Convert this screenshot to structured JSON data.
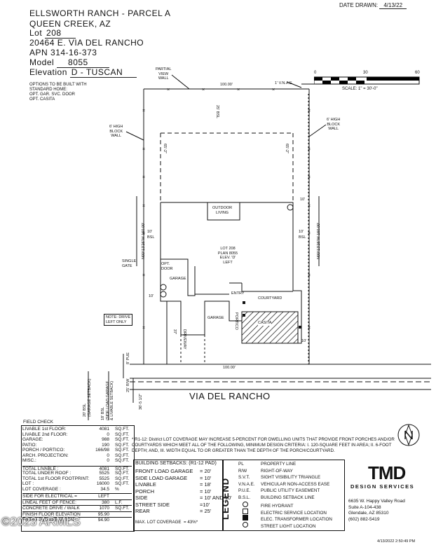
{
  "header": {
    "date_label": "DATE DRAWN:",
    "date_value": "4/13/22",
    "project": "ELLSWORTH RANCH - PARCEL A",
    "city": "QUEEN CREEK, AZ",
    "lot_label": "Lot",
    "lot_value": "208",
    "address": "20464 E. VIA DEL RANCHO",
    "apn_label": "APN",
    "apn_value": "314-16-373",
    "model_label": "Model",
    "model_value": "8055",
    "elevation_label": "Elevation",
    "elevation_value": "D - TUSCAN",
    "options_line1": "OPTIONS TO BE BUILT WITH",
    "options_line2": "STANDARD HOME:",
    "options_line3": "OPT. GAR. SVC. DOOR",
    "options_line4": "OPT. CASITA"
  },
  "scale": {
    "t0": "0",
    "t30": "30",
    "t60": "60",
    "label": "SCALE:  1\" = 30'-0\""
  },
  "plan": {
    "partial_wall": [
      "PARTIAL",
      "VIEW",
      "WALL"
    ],
    "vnae": "1' V.N.A.E.",
    "top_dim": "100.00'",
    "bsl_25": "25' BSL",
    "dim_65_left": "65'-2\"",
    "dim_65_right": "65'-2\"",
    "block_wall_left": [
      "6' HIGH",
      "BLOCK",
      "WALL"
    ],
    "block_wall_right": [
      "6' HIGH",
      "BLOCK",
      "WALL"
    ],
    "left_bearing": "N00°13'26\"W  160.00'",
    "right_bearing": "N00°13'26\"W  160.00'",
    "outdoor_living": [
      "OUTDOOR",
      "LIVING"
    ],
    "lot_info": [
      "LOT 208",
      "PLAN 8055",
      "ELEV. 'D'",
      "LEFT"
    ],
    "ten_l1": "10'",
    "bsl_l": "BSL",
    "ten_r1": "10'",
    "bsl_r": "BSL",
    "ten_r2": "10'",
    "ten_top_r": "10'",
    "single_gate": [
      "SINGLE",
      "GATE"
    ],
    "opt_door": [
      "OPT.",
      "DOOR"
    ],
    "garage1": "GARAGE",
    "garage2": "GARAGE",
    "entry": "ENTRY",
    "courtyard": "COURTYARD",
    "casita": "CASITA",
    "portico": "PORTICO",
    "ten_left_low": "10'",
    "ten_right_low": "10'",
    "note": [
      "NOTE: DRIVE",
      "LEFT ONLY"
    ],
    "driveway": "DRIVEWAY",
    "drive_dim": "37'",
    "bottom_dim": "100.00'",
    "pue": "8' PUE",
    "rw": "25' R/W",
    "road_dim": "36'-5 1/2\"",
    "street": "VIA DEL RANCHO",
    "left_vertical": [
      "20' BSL",
      "(GARAGE SETBACK)"
    ],
    "left_vertical2": [
      "18' BSL",
      "(SIDE LOAD GARAGE",
      "& LIVABLE SETBACK)"
    ]
  },
  "field_check": "FIELD CHECK",
  "areas": [
    {
      "label": "LIVABLE 1st FLOOR:",
      "value": "4081",
      "unit": "SQ.FT."
    },
    {
      "label": "LIVABLE 2nd FLOOR:",
      "value": "0",
      "unit": "SQ.FT."
    },
    {
      "label": "GARAGE:",
      "value": "988",
      "unit": "SQ.FT."
    },
    {
      "label": "PATIO:",
      "value": "190",
      "unit": "SQ.FT."
    },
    {
      "label": "PORCH / PORTICO:",
      "value": "166/98",
      "unit": "SQ.FT."
    },
    {
      "label": "ARCH. PROJECTION:",
      "value": "0",
      "unit": "SQ.FT."
    },
    {
      "label": "MISC.:",
      "value": "0",
      "unit": "SQ.FT."
    }
  ],
  "totals": [
    {
      "label": "TOTAL LIVABLE :",
      "value": "4081",
      "unit": "SQ.FT."
    },
    {
      "label": "TOTAL UNDER ROOF :",
      "value": "5525",
      "unit": "SQ.FT."
    },
    {
      "label": "TOTAL 1st FLOOR FOOTPRINT:",
      "value": "5525",
      "unit": "SQ.FT."
    },
    {
      "label": "LOT :",
      "value": "16000",
      "unit": "SQ.FT."
    },
    {
      "label": "LOT COVERAGE :",
      "value": "34.5",
      "unit": "%"
    }
  ],
  "misc_rows": [
    {
      "label": "SIDE FOR ELECTRICAL =",
      "value": "LEFT",
      "unit": ""
    },
    {
      "label": "LINEAL FEET OF FENCE:",
      "value": "380",
      "unit": "L.F."
    },
    {
      "label": "CONCRETE DRIVE / WALK",
      "value": "1070",
      "unit": "SQ.FT."
    },
    {
      "label": "FINISH FLOOR ELEVATION",
      "value": "95.90",
      "unit": ""
    },
    {
      "label": "FINISH PAD ELEVATION",
      "value": "94.90",
      "unit": ""
    }
  ],
  "note_text": "* R1-12: District LOT COVERAGE MAY INCREASE 5-PERCENT FOR DWELLING UNITS THAT PROVIDE FRONT PORCHES AND/OR COURTYARDS WHICH MEET ALL OF THE FOLLOWING, MINIMUM DESIGN CRITERIA: I. 120-SQUARE FEET IN AREA; II. 6-FOOT DEPTH; AND, III. WIDTH EQUAL TO OR GREATER THAN THE DEPTH OF THE PORCH/COURTYARD.",
  "setbacks": {
    "title": "BUILDING SETBACKS: (R1-12 PAD)",
    "rows": [
      {
        "label": "FRONT LOAD GARAGE",
        "value": "= 20'"
      },
      {
        "label": "SIDE LOAD GARAGE",
        "value": "= 10'"
      },
      {
        "label": "LIVABLE",
        "value": "= 18'"
      },
      {
        "label": "PORCH",
        "value": "= 10'"
      },
      {
        "label": "SIDE",
        "value": "= 10' AND 10'"
      },
      {
        "label": "STREET SIDE",
        "value": "=10'"
      },
      {
        "label": "REAR",
        "value": "= 25'"
      }
    ],
    "max_cov_label": "MAX. LOT COVERAGE",
    "max_cov_value": "= 43%*"
  },
  "legend": {
    "title": "LEGEND",
    "items": [
      {
        "sym": "PL",
        "text": "PROPERTY LINE"
      },
      {
        "sym": "R/W",
        "text": "RIGHT-OF-WAY"
      },
      {
        "sym": "S.V.T.",
        "text": "SIGHT VISIBILITY TRIANGLE"
      },
      {
        "sym": "V.N.A.E.",
        "text": "VEHICULAR NON-ACCESS EASE"
      },
      {
        "sym": "P.U.E.",
        "text": "PUBLIC UTILITY EASEMENT"
      },
      {
        "sym": "B.S.L.",
        "text": "BUILDING SETBACK LINE"
      },
      {
        "sym": "",
        "text": "FIRE HYDRANT"
      },
      {
        "sym": "",
        "text": "ELECTRIC SERVICE LOCATION"
      },
      {
        "sym": "",
        "text": "ELEC. TRANSFORMER LOCATION"
      },
      {
        "sym": "",
        "text": "STREET LIGHT LOCATION"
      }
    ]
  },
  "company": {
    "logo": "TMD",
    "name": "DESIGN SERVICES",
    "addr1": "6635 W. Happy Valley Road",
    "addr2": "Suite A-104-438",
    "addr3": "Glendale, AZ 85310",
    "phone": "(602) 882-5419"
  },
  "watermark": "©2023 ARMLS",
  "footer_stamp": "4/13/2022 2:50:49 PM"
}
